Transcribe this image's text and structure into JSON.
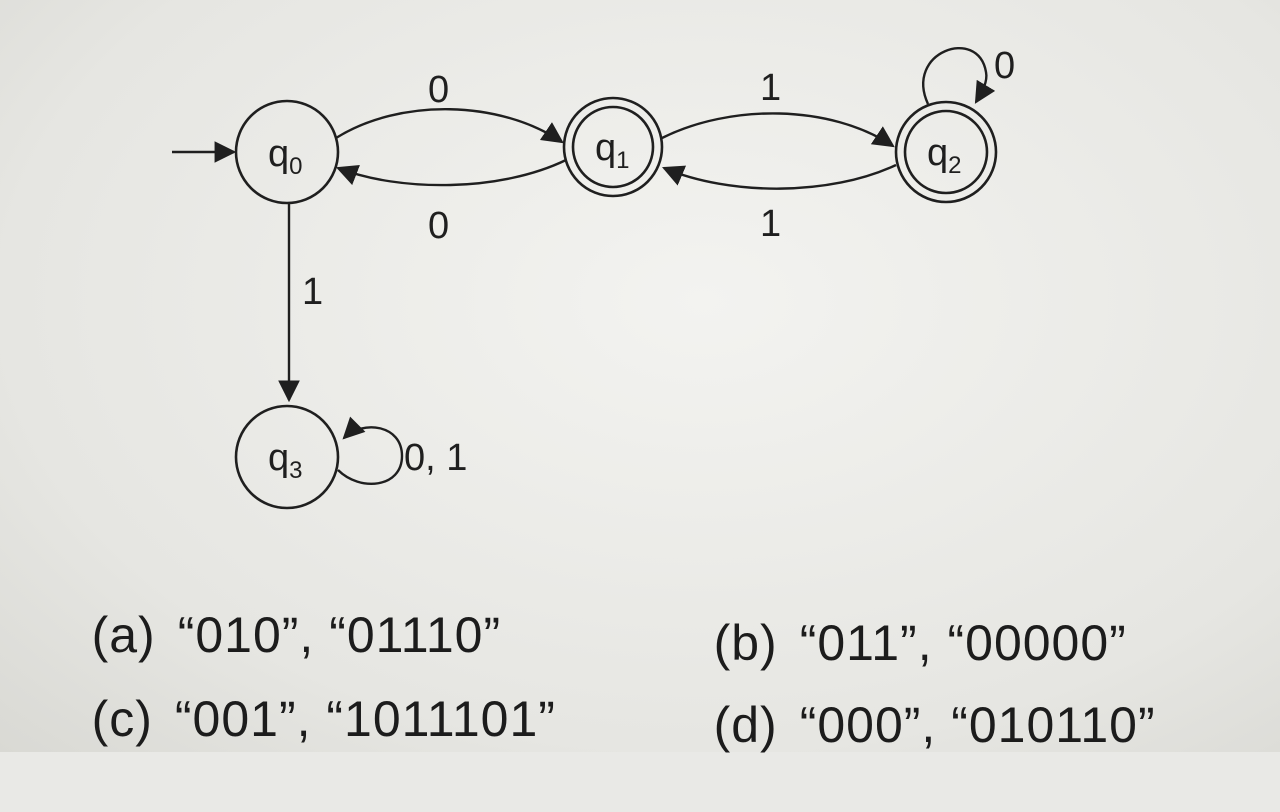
{
  "diagram": {
    "states": [
      {
        "id": "q0",
        "base": "q",
        "sub": "0",
        "start": true,
        "accepting": false
      },
      {
        "id": "q1",
        "base": "q",
        "sub": "1",
        "start": false,
        "accepting": true
      },
      {
        "id": "q2",
        "base": "q",
        "sub": "2",
        "start": false,
        "accepting": true
      },
      {
        "id": "q3",
        "base": "q",
        "sub": "3",
        "start": false,
        "accepting": false
      }
    ],
    "transitions": [
      {
        "from": "q0",
        "to": "q1",
        "label": "0"
      },
      {
        "from": "q1",
        "to": "q0",
        "label": "0"
      },
      {
        "from": "q1",
        "to": "q2",
        "label": "1"
      },
      {
        "from": "q2",
        "to": "q1",
        "label": "1"
      },
      {
        "from": "q2",
        "to": "q2",
        "label": "0"
      },
      {
        "from": "q0",
        "to": "q3",
        "label": "1"
      },
      {
        "from": "q3",
        "to": "q3",
        "label": "0, 1"
      }
    ]
  },
  "options": [
    {
      "letter": "(a)",
      "text": "“010”, “01110”"
    },
    {
      "letter": "(b)",
      "text": "“011”, “00000”"
    },
    {
      "letter": "(c)",
      "text": "“001”, “1011101”"
    },
    {
      "letter": "(d)",
      "text": "“000”, “010110”"
    }
  ]
}
